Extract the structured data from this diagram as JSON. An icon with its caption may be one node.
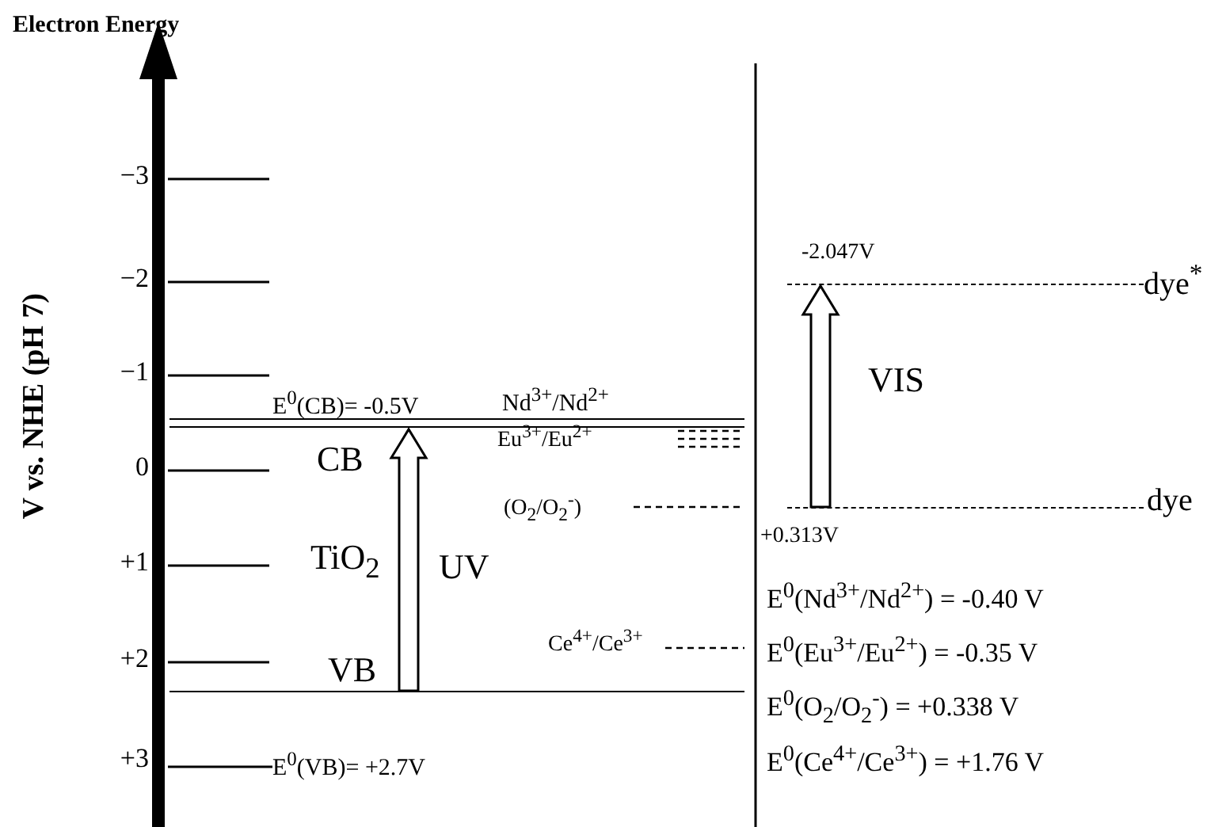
{
  "diagram": {
    "nodes": [
      {
        "text": [],
        "shape": "line",
        "beside": [
          "CB"
        ]
      },
      {
        "text": [],
        "shape": "line",
        "beside": [
          "VB"
        ]
      },
      {
        "text": [],
        "shape": "line",
        "beside": [
          "-2.047V",
          "dye$^{*}$"
        ]
      },
      {
        "text": [],
        "shape": "line",
        "beside": [
          "dye",
          "+0.313V"
        ]
      }
    ],
    "edges": [
      {
        "from": 1,
        "to": 0,
        "arrow": "to",
        "label": "UV"
      },
      {
        "from": 3,
        "to": 2,
        "arrow": "to",
        "label": "VIS"
      }
    ],
    "labels": [
      "Electron Energy",
      "V vs. NHE (pH 7)",
      "−3",
      "−2",
      "−1",
      "0",
      "+1",
      "+2",
      "+3",
      "E$^{0}$(CB)= -0.5V",
      "Nd$^{3+}$/Nd$^{2+}$",
      "Eu$^{3+}$/Eu$^{2+}$",
      "(O$_{2}$/O$_{2}$$^{-}$)",
      "TiO$_{2}$",
      "E$^{0}$(Nd$^{3+}$/Nd$^{2+}$) = -0.40 V",
      "E$^{0}$(Eu$^{3+}$/Eu$^{2+}$) = -0.35 V",
      "Ce$^{4+}$/Ce$^{3+}$",
      "E$^{0}$(O$_{2}$/O$_{2}$$^{-}$) = +0.338 V",
      "E$^{0}$(VB)= +2.7V",
      "E$^{0}$(Ce$^{4+}$/Ce$^{3+}$) = +1.76 V"
    ]
  }
}
